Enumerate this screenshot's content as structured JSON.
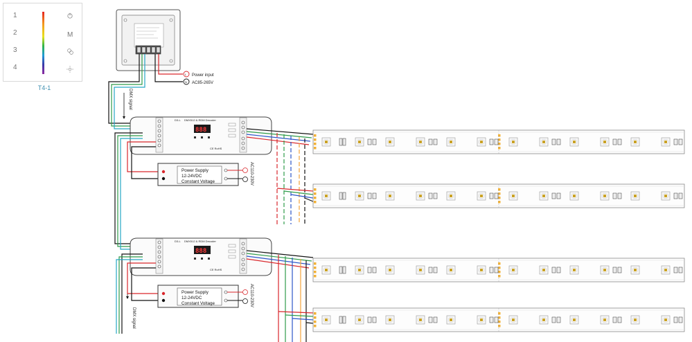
{
  "panel": {
    "caption": "T4-1",
    "zones": [
      "1",
      "2",
      "3",
      "4"
    ],
    "buttons": [
      "M"
    ]
  },
  "controller": {
    "power_label": "Power input",
    "voltage_label": "AC85-265V",
    "terminal_L": "L",
    "terminal_N": "N"
  },
  "dmx_signal_label": "DMX signal",
  "decoders": [
    {
      "model": "D3-L",
      "desc": "DMX512 & RDM Decoder",
      "display": "888",
      "cert": "CE RoHS",
      "ps_title": "Power Supply",
      "ps_voltage": "12-24VDC",
      "ps_mode": "Constant Voltage",
      "ac_label": "AC110-230V"
    },
    {
      "model": "D3-L",
      "desc": "DMX512 & RDM Decoder",
      "display": "888",
      "cert": "CE RoHS",
      "ps_title": "Power Supply",
      "ps_voltage": "12-24VDC",
      "ps_mode": "Constant Voltage",
      "ac_label": "AC110-230V"
    }
  ],
  "colors": {
    "wire_red": "#d9262b",
    "wire_green": "#2e9b4a",
    "wire_blue": "#2b55c9",
    "wire_black": "#111111",
    "wire_cyan": "#25a7c4",
    "wire_orange": "#f2a33a",
    "strip_pad": "#f2b136",
    "caption": "#3f8fb0"
  }
}
